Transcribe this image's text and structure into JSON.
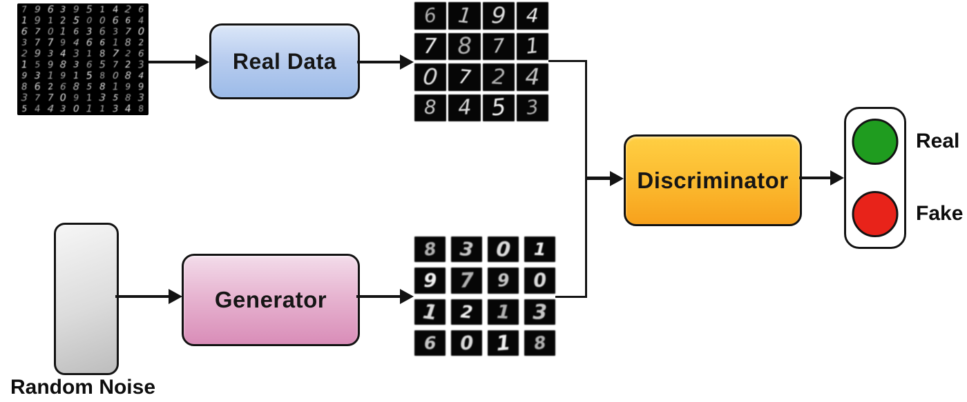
{
  "nodes": {
    "real_data": {
      "label": "Real Data"
    },
    "generator": {
      "label": "Generator"
    },
    "discriminator": {
      "label": "Discriminator"
    },
    "random_noise": {
      "label": "Random Noise"
    }
  },
  "outputs": {
    "real_label": "Real",
    "fake_label": "Fake"
  },
  "grids": {
    "source_mnist": {
      "rows": [
        [
          "7",
          "9",
          "6",
          "3",
          "9",
          "5",
          "1",
          "4",
          "2",
          "6"
        ],
        [
          "1",
          "9",
          "1",
          "2",
          "5",
          "0",
          "0",
          "6",
          "6",
          "4"
        ],
        [
          "6",
          "7",
          "0",
          "1",
          "6",
          "3",
          "6",
          "3",
          "7",
          "0"
        ],
        [
          "3",
          "7",
          "7",
          "9",
          "4",
          "6",
          "6",
          "1",
          "8",
          "2"
        ],
        [
          "2",
          "9",
          "3",
          "4",
          "3",
          "1",
          "8",
          "7",
          "2",
          "6"
        ],
        [
          "1",
          "5",
          "9",
          "8",
          "3",
          "6",
          "5",
          "7",
          "2",
          "3"
        ],
        [
          "9",
          "3",
          "1",
          "9",
          "1",
          "5",
          "8",
          "0",
          "8",
          "4"
        ],
        [
          "8",
          "6",
          "2",
          "6",
          "8",
          "5",
          "8",
          "1",
          "9",
          "9"
        ],
        [
          "3",
          "7",
          "7",
          "0",
          "9",
          "1",
          "3",
          "5",
          "8",
          "3"
        ],
        [
          "5",
          "4",
          "4",
          "3",
          "0",
          "1",
          "1",
          "3",
          "4",
          "8"
        ]
      ]
    },
    "real_samples": {
      "rows": [
        [
          "6",
          "1",
          "9",
          "4"
        ],
        [
          "7",
          "8",
          "7",
          "1"
        ],
        [
          "0",
          "7",
          "2",
          "4"
        ],
        [
          "8",
          "4",
          "5",
          "3"
        ]
      ]
    },
    "fake_samples": {
      "rows": [
        [
          "8",
          "3",
          "0",
          "1"
        ],
        [
          "9",
          "7",
          "9",
          "0"
        ],
        [
          "1",
          "2",
          "1",
          "3"
        ],
        [
          "6",
          "0",
          "1",
          "8"
        ]
      ]
    }
  },
  "colors": {
    "real_data_top": "#dbe7f8",
    "real_data_bottom": "#9cbbe8",
    "generator_top": "#f3dcea",
    "generator_bottom": "#d98db8",
    "discriminator_top": "#ffcf43",
    "discriminator_bottom": "#f7a11c",
    "noise_top": "#f6f6f6",
    "noise_bottom": "#bdbdbd",
    "real_light": "#1f9c1f",
    "fake_light": "#e8231a"
  }
}
